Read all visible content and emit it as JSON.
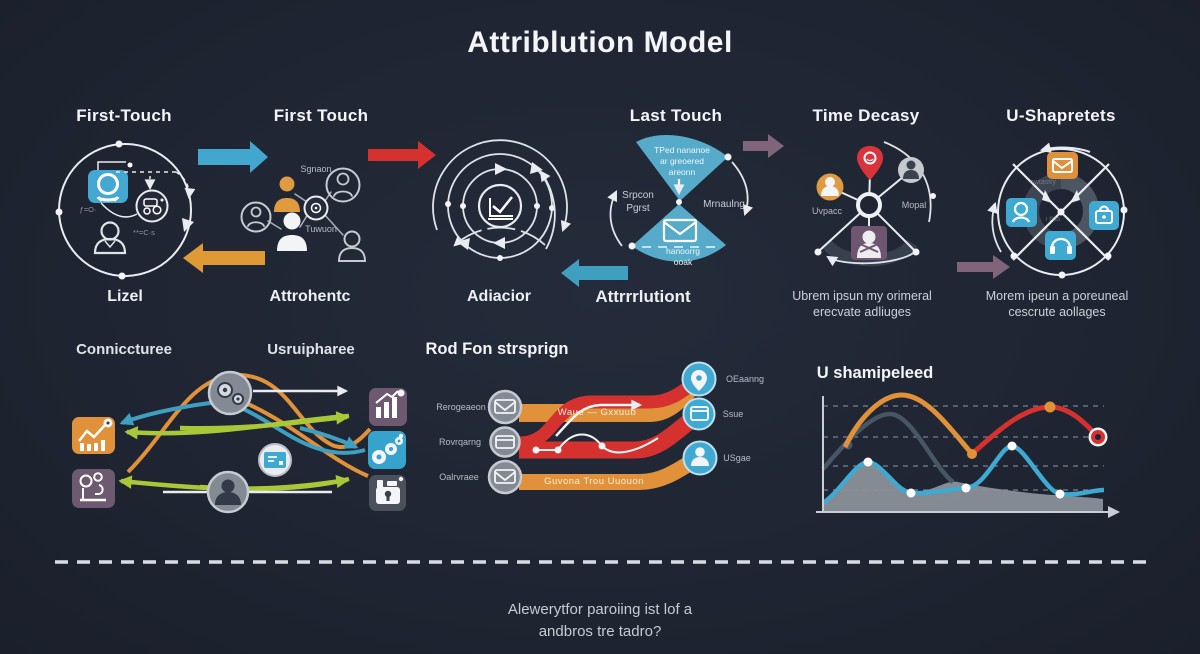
{
  "title": "Attriblution Model",
  "colors": {
    "background": "#1f2533",
    "blue": "#3fa9d2",
    "orange": "#e0913a",
    "red": "#d5312f",
    "teal_arrow": "#3e9fc0",
    "purple_arrow": "#80657a",
    "green": "#a9c838",
    "slate": "#475664",
    "area_gray": "#8a9099",
    "purple_icon": "#6e5a70",
    "fan_blue": "#55abc9"
  },
  "top_row": {
    "panels": [
      {
        "header": "First-Touch",
        "caption": "Lizel",
        "formula_a": "ƒ=O·",
        "formula_b": "**=C·s"
      },
      {
        "header": "First Touch",
        "caption": "Attrohentc",
        "label_top": "Sgnaon",
        "label_bottom": "Tuwuon"
      },
      {
        "caption": "Adiacior"
      },
      {
        "header": "Last Touch",
        "caption": "Attrrrlutiont",
        "fan_top_line1": "TPed nananoe",
        "fan_top_line2": "ar greoered",
        "fan_top_line3": "areonn",
        "left_label_line1": "Srpcon",
        "left_label_line2": "Pgrst",
        "right_label": "Mrnaulng",
        "fan_bottom_line1": "hanoorrg",
        "fan_bottom_line2": "ooak"
      },
      {
        "header": "Time Decasy",
        "caption_line1": "Ubrem ipsun my orimeral",
        "caption_line2": "erecvate adliuges",
        "label_left": "Uvpacc",
        "label_right": "Mopal"
      },
      {
        "header": "U-Shapretets",
        "caption_line1": "Morem ipeun a poreuneal",
        "caption_line2": "cescrute aollages",
        "donut_text_a": "owtastry",
        "donut_text_b": "i tlita"
      }
    ]
  },
  "bottom_row": {
    "flow": {
      "header_left": "Conniccturee",
      "header_right": "Usruipharee"
    },
    "sankey": {
      "header": "Rod Fon strsprign",
      "left_labels": [
        "Rerogeaeon",
        "Rovrqarng",
        "Oalrvraee"
      ],
      "right_labels": [
        "OEaanng",
        "Ssue",
        "USgae"
      ],
      "band1_text": "Waue — Gxxuub",
      "band3_text": "Guvona  Trou  Uuouon"
    },
    "chart": {
      "title": "U shamipeleed"
    }
  },
  "footer": {
    "line1": "Alewerytfor paroiing ist lof a",
    "line2": "andbros tre tadro?"
  },
  "chart_data": {
    "type": "line",
    "title": "U shamipeleed",
    "xlabel": "",
    "ylabel": "",
    "x_range": [
      0,
      100
    ],
    "y_range": [
      0,
      100
    ],
    "grid": "4 dashed horizontal gridlines",
    "axes_labeled": false,
    "legend": null,
    "series": [
      {
        "name": "orange-red-curve",
        "colors": [
          "#e0913a",
          "#d5312f"
        ],
        "points": [
          [
            7,
            56
          ],
          [
            27,
            100
          ],
          [
            51,
            50
          ],
          [
            77,
            90
          ],
          [
            93,
            64
          ]
        ],
        "markers": "orange dots at valley and second peak, red ring marker at end"
      },
      {
        "name": "blue-curve",
        "color": "#3fa9d2",
        "points": [
          [
            0,
            8
          ],
          [
            15,
            43
          ],
          [
            30,
            16
          ],
          [
            49,
            21
          ],
          [
            64,
            56
          ],
          [
            80,
            15
          ],
          [
            96,
            19
          ]
        ],
        "markers": "white dots at extremes"
      },
      {
        "name": "slate-curve",
        "color": "#475664",
        "points": [
          [
            0,
            36
          ],
          [
            23,
            83
          ],
          [
            44,
            25
          ]
        ],
        "markers": "slate dot near start"
      },
      {
        "name": "gray-area",
        "type": "area",
        "color": "#8a9099",
        "points": [
          [
            0,
            6
          ],
          [
            15,
            42
          ],
          [
            30,
            19
          ],
          [
            46,
            25
          ],
          [
            75,
            14
          ],
          [
            95,
            12
          ]
        ]
      }
    ]
  }
}
